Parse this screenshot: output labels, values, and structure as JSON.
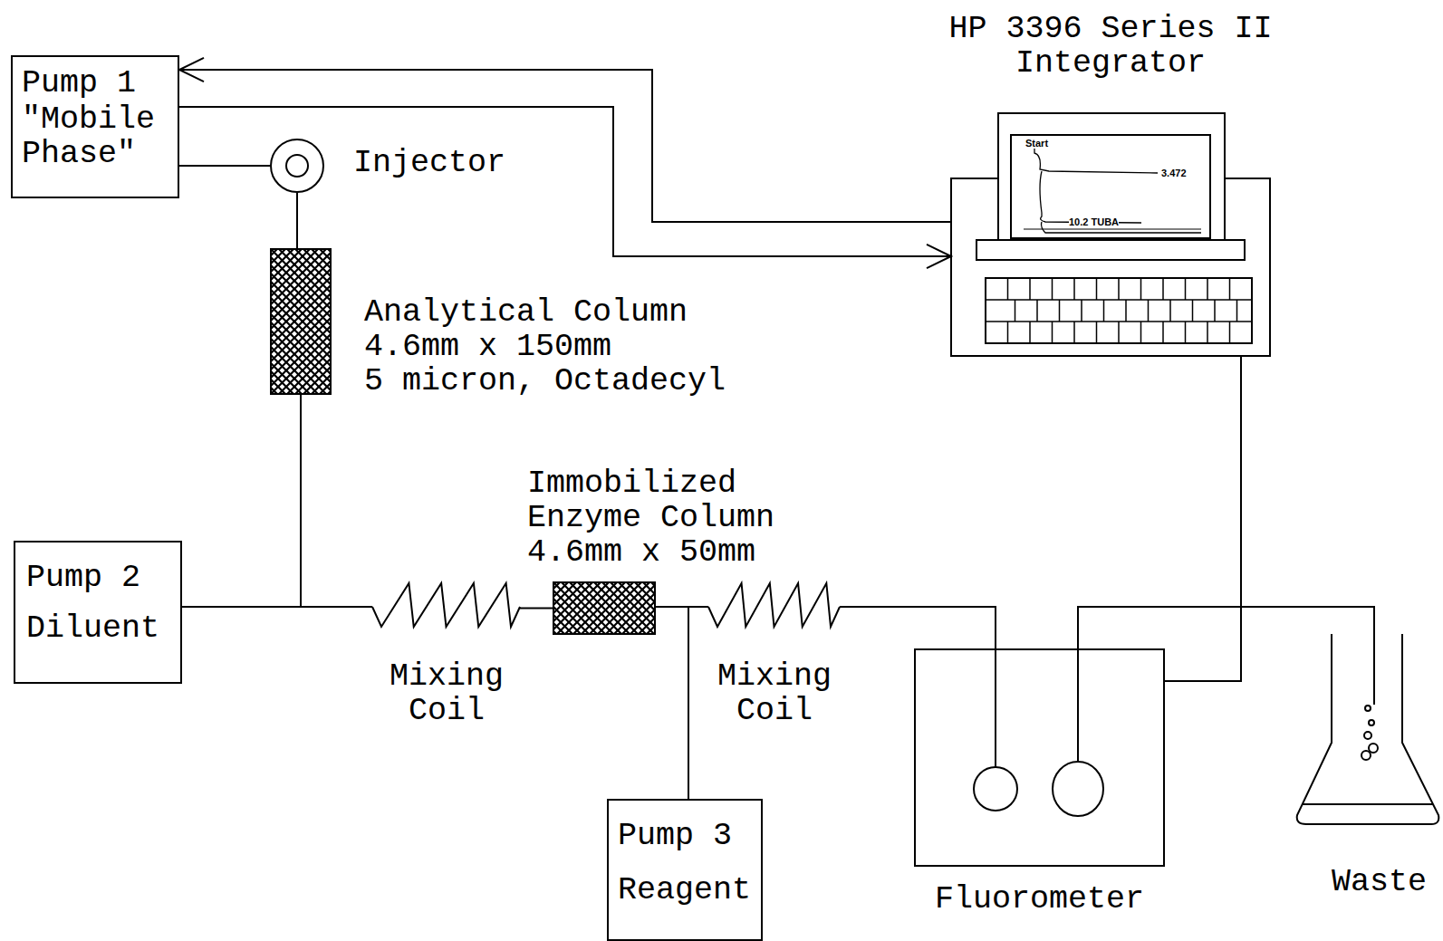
{
  "diagram": {
    "nodes": [
      {
        "text": [
          "Pump 1",
          "\"Mobile Phase\""
        ]
      },
      {
        "text": [
          "Injector"
        ]
      },
      {
        "text": [
          "Analytical Column",
          "4.6mm x 150mm",
          "5 micron, Octadecyl"
        ]
      },
      {
        "text": [
          "Pump 2",
          "Diluent"
        ]
      },
      {
        "text": [
          "Mixing Coil"
        ]
      },
      {
        "text": [
          "Immobilized Enzyme Column",
          "4.6mm x 50mm"
        ]
      },
      {
        "text": [
          "Mixing Coil"
        ]
      },
      {
        "text": [
          "Pump 3",
          "Reagent"
        ]
      },
      {
        "text": [
          "Fluorometer"
        ]
      },
      {
        "text": [
          "Waste"
        ]
      },
      {
        "text": [
          "HP 3396 Series II Integrator"
        ]
      }
    ],
    "edges": [
      {
        "from": 10,
        "to": 0,
        "arrow": "to"
      },
      {
        "from": 0,
        "to": 10,
        "arrow": "to"
      },
      {
        "from": 0,
        "to": 1,
        "arrow": "none"
      },
      {
        "from": 1,
        "to": 2,
        "arrow": "none"
      },
      {
        "from": 2,
        "to": 4,
        "arrow": "none"
      },
      {
        "from": 3,
        "to": 4,
        "arrow": "none"
      },
      {
        "from": 4,
        "to": 5,
        "arrow": "none"
      },
      {
        "from": 5,
        "to": 6,
        "arrow": "none"
      },
      {
        "from": 7,
        "to": 6,
        "arrow": "none"
      },
      {
        "from": 6,
        "to": 8,
        "arrow": "none"
      },
      {
        "from": 8,
        "to": 9,
        "arrow": "none"
      },
      {
        "from": 10,
        "to": 8,
        "arrow": "none"
      }
    ],
    "labels": [
      "Start",
      "3.472",
      "10.2 TUBA"
    ]
  }
}
